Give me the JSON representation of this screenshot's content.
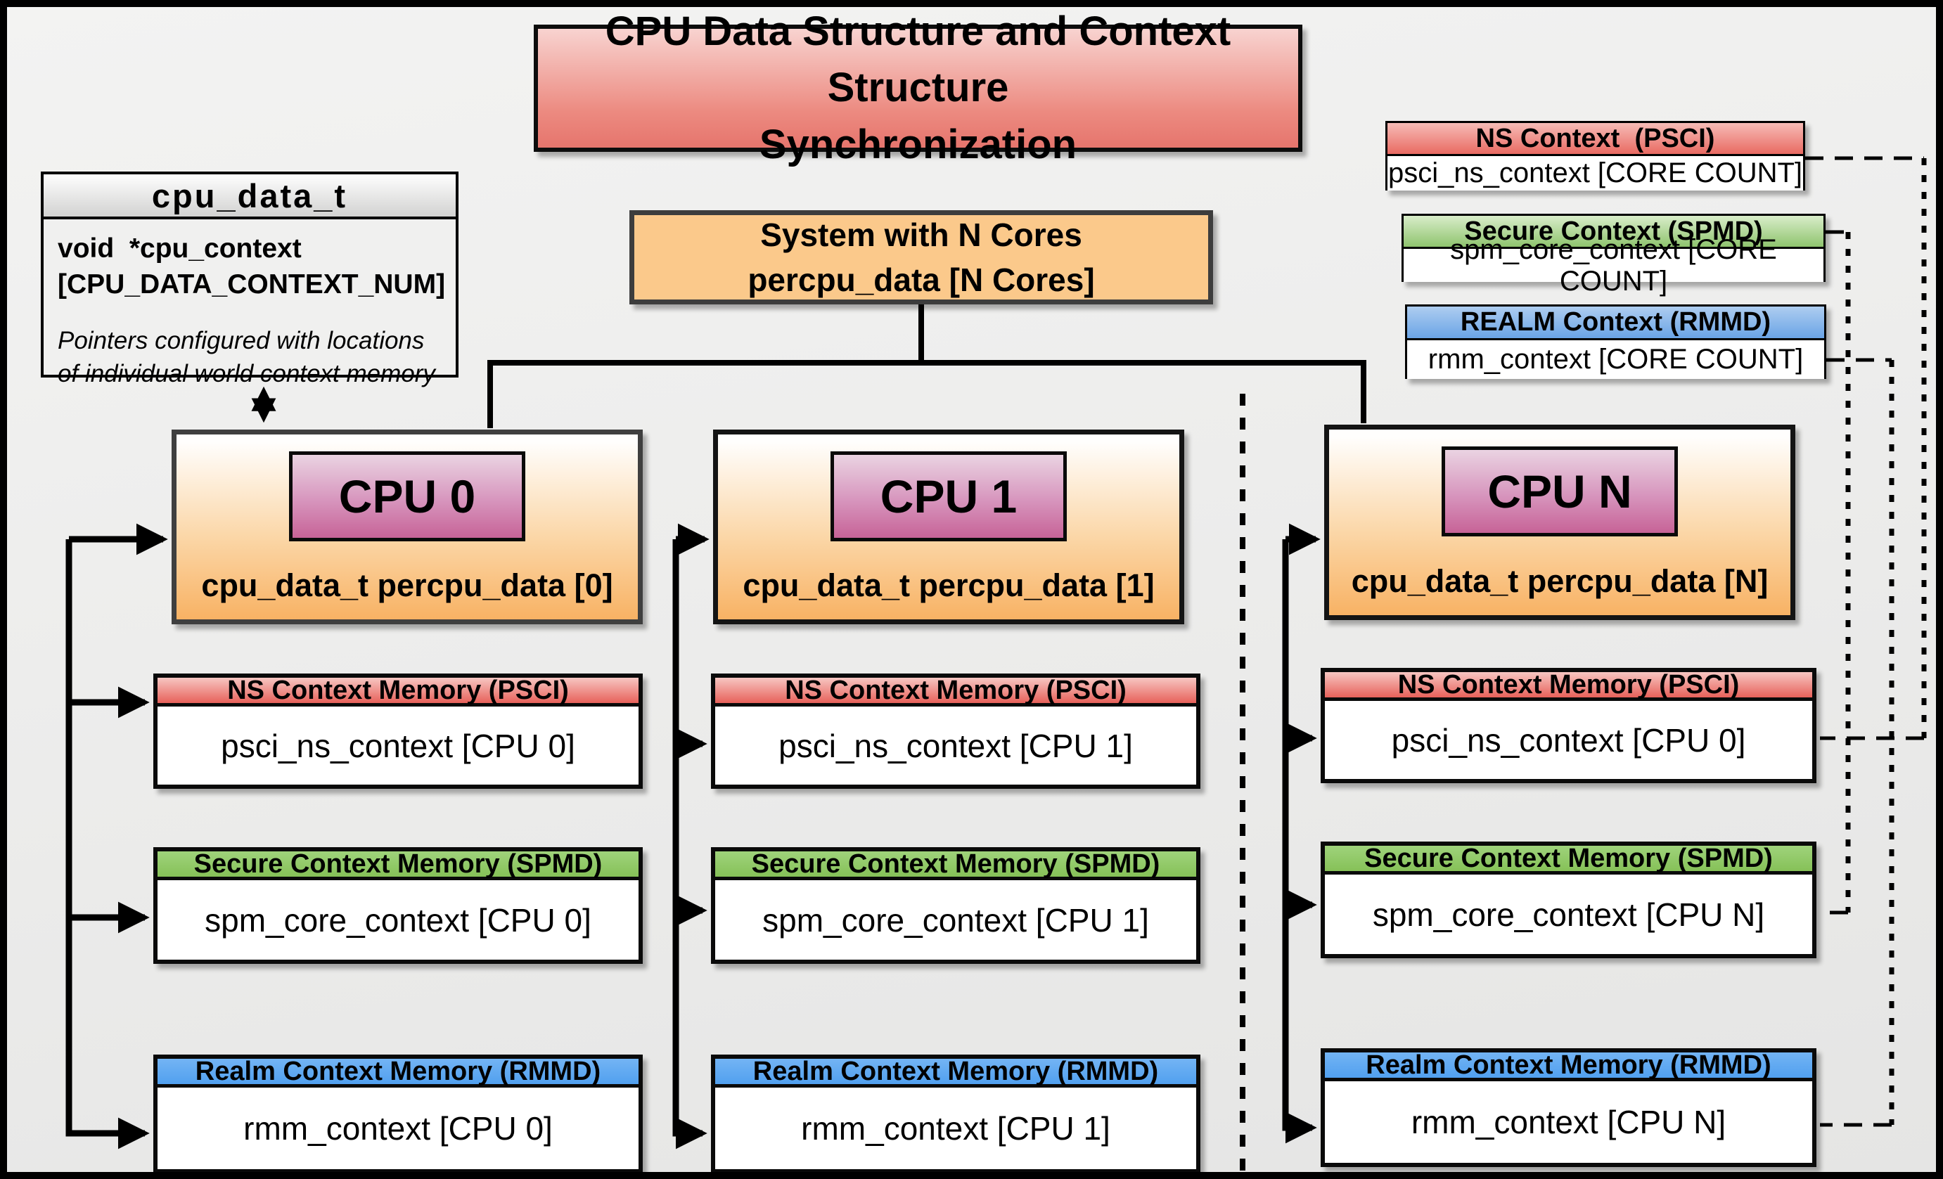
{
  "title": {
    "line1": "CPU Data Structure and Context Structure",
    "line2": "Synchronization"
  },
  "cpu_data_struct": {
    "header": "cpu_data_t",
    "field_line1": "void  *cpu_context",
    "field_line2": "[CPU_DATA_CONTEXT_NUM]",
    "note": "Pointers configured with locations of individual world context memory"
  },
  "system_box": {
    "line1": "System with N Cores",
    "line2": "percpu_data [N Cores]"
  },
  "legend": [
    {
      "title": "NS Context  (PSCI)",
      "body": "psci_ns_context [CORE COUNT]"
    },
    {
      "title": "Secure Context (SPMD)",
      "body": "spm_core_context [CORE COUNT]"
    },
    {
      "title": "REALM Context (RMMD)",
      "body": "rmm_context [CORE COUNT]"
    }
  ],
  "cpus": [
    {
      "name": "CPU 0",
      "data_label": "cpu_data_t percpu_data [0]",
      "ns_header": "NS Context Memory (PSCI)",
      "ns_body": "psci_ns_context [CPU 0]",
      "secure_header": "Secure Context Memory (SPMD)",
      "secure_body": "spm_core_context [CPU 0]",
      "realm_header": "Realm Context Memory (RMMD)",
      "realm_body": "rmm_context [CPU 0]"
    },
    {
      "name": "CPU 1",
      "data_label": "cpu_data_t percpu_data [1]",
      "ns_header": "NS Context Memory (PSCI)",
      "ns_body": "psci_ns_context [CPU 1]",
      "secure_header": "Secure Context Memory (SPMD)",
      "secure_body": "spm_core_context [CPU 1]",
      "realm_header": "Realm Context Memory (RMMD)",
      "realm_body": "rmm_context [CPU 1]"
    },
    {
      "name": "CPU N",
      "data_label": "cpu_data_t percpu_data [N]",
      "ns_header": "NS Context Memory (PSCI)",
      "ns_body": "psci_ns_context [CPU 0]",
      "secure_header": "Secure Context Memory (SPMD)",
      "secure_body": "spm_core_context [CPU N]",
      "realm_header": "Realm Context Memory (RMMD)",
      "realm_body": "rmm_context [CPU N]"
    }
  ],
  "colors": {
    "ns_red": "#e7615a",
    "secure_green": "#8fc46e",
    "realm_blue": "#5aa7f2",
    "system_orange": "#fbc98b",
    "cpu_orange_bottom": "#f8b264",
    "cpu_chip_pink": "#c76397",
    "title_red": "#e6756d",
    "struct_gray": "#d2d2d1",
    "line_black": "#000000"
  }
}
